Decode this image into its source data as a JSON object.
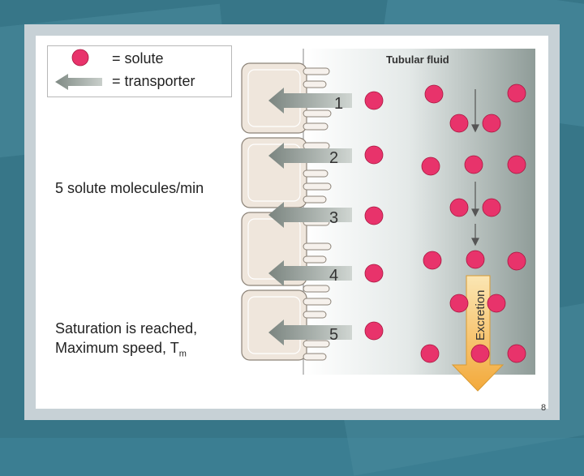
{
  "legend": {
    "solute_label": "= solute",
    "transporter_label": "= transporter"
  },
  "left_text": {
    "rate": "5 solute molecules/min",
    "saturation_line1": "Saturation is reached,",
    "saturation_line2": "Maximum speed, T",
    "saturation_sub": "m"
  },
  "tubular_fluid_label": "Tubular fluid",
  "excretion_label": "Excretion",
  "transporters": [
    "1",
    "2",
    "3",
    "4",
    "5"
  ],
  "page_number": "8",
  "colors": {
    "background": "#3b7e92",
    "solute": "#e8336b",
    "cell": "#efe6dc",
    "transporter": "#9aa39c",
    "excretion_arrow": "#f5b548"
  }
}
